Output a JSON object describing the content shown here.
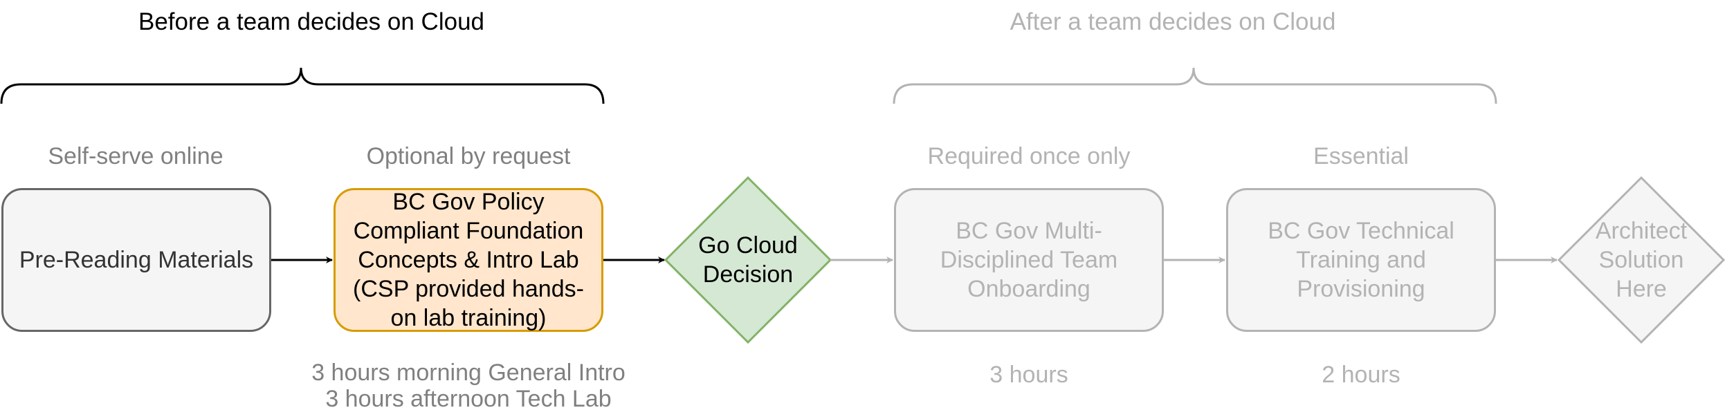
{
  "sections": {
    "before": {
      "title": "Before a team decides on Cloud",
      "color": "#000000"
    },
    "after": {
      "title": "After a team decides on Cloud",
      "color": "#b3b3b3"
    }
  },
  "steps": [
    {
      "id": "pre-reading",
      "category": "Self-serve online",
      "lines": [
        "Pre-Reading Materials"
      ],
      "duration": []
    },
    {
      "id": "foundation",
      "category": "Optional by request",
      "lines": [
        "BC Gov Policy",
        "Compliant Foundation",
        "Concepts & Intro Lab",
        "(CSP provided hands-",
        "on lab training)"
      ],
      "duration": [
        "3 hours morning General Intro",
        "3 hours afternoon Tech Lab"
      ]
    },
    {
      "id": "decision",
      "category": "",
      "lines": [
        "Go Cloud",
        "Decision"
      ],
      "duration": []
    },
    {
      "id": "onboarding",
      "category": "Required once only",
      "lines": [
        "BC Gov Multi-",
        "Disciplined Team",
        "Onboarding"
      ],
      "duration": [
        "3 hours"
      ]
    },
    {
      "id": "technical",
      "category": "Essential",
      "lines": [
        "BC Gov Technical",
        "Training and",
        "Provisioning"
      ],
      "duration": [
        "2 hours"
      ]
    },
    {
      "id": "architect",
      "category": "",
      "lines": [
        "Architect",
        "Solution",
        "Here"
      ],
      "duration": []
    }
  ],
  "colors": {
    "category_text": "#808080",
    "faded_text": "#b3b3b3",
    "faded_stroke": "#b3b3b3",
    "faded_fill": "#f5f5f5",
    "pre_fill": "#f5f5f5",
    "pre_stroke": "#666666",
    "foundation_fill": "#ffe6cc",
    "foundation_stroke": "#d79b00",
    "decision_fill": "#d5e8d4",
    "decision_stroke": "#82b366"
  }
}
